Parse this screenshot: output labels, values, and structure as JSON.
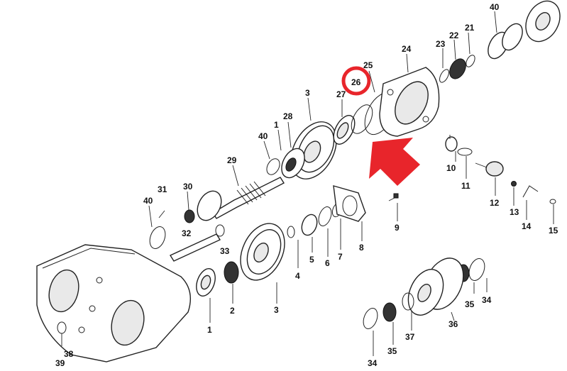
{
  "diagram": {
    "labels": [
      "40",
      "22",
      "21",
      "23",
      "24",
      "25",
      "26",
      "27",
      "3",
      "28",
      "1",
      "40",
      "29",
      "31",
      "30",
      "40",
      "32",
      "33",
      "4",
      "5",
      "6",
      "7",
      "8",
      "9",
      "10",
      "11",
      "12",
      "13",
      "14",
      "15",
      "3",
      "2",
      "1",
      "34",
      "35",
      "36",
      "37",
      "35",
      "34",
      "39",
      "38"
    ],
    "highlight": {
      "color": "#e8252b",
      "label": "26"
    },
    "arrow": {
      "color": "#e8252b"
    }
  }
}
